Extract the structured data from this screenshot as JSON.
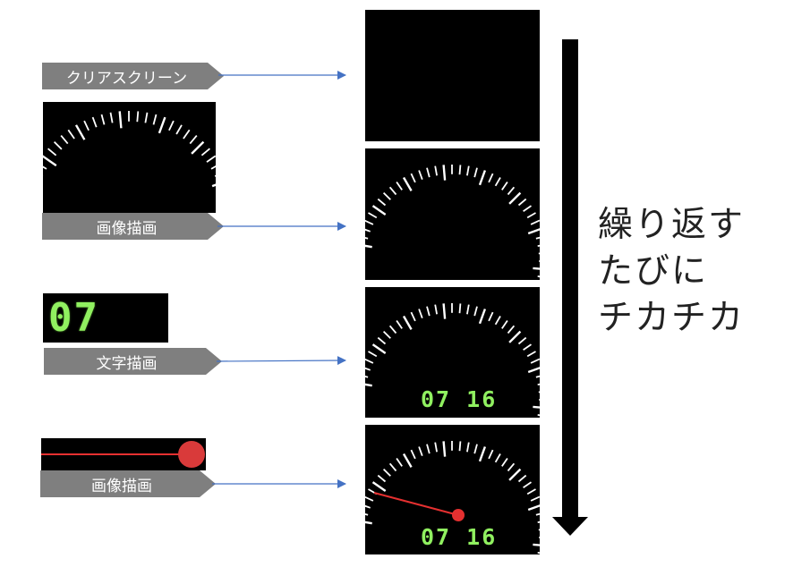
{
  "steps": [
    {
      "label": "クリアスクリーン"
    },
    {
      "label": "画像描画"
    },
    {
      "label": "文字描画"
    },
    {
      "label": "画像描画"
    }
  ],
  "display_text": "07 16",
  "caption_lines": [
    "繰り返す",
    "たびに",
    "チカチカ"
  ],
  "colors": {
    "label_bg": "#7f7f7f",
    "panel_bg": "#000000",
    "tick": "#ffffff",
    "digits": "#90f060",
    "needle": "#e53030",
    "arrow_line": "#4472c4",
    "flow_arrow": "#000000"
  }
}
